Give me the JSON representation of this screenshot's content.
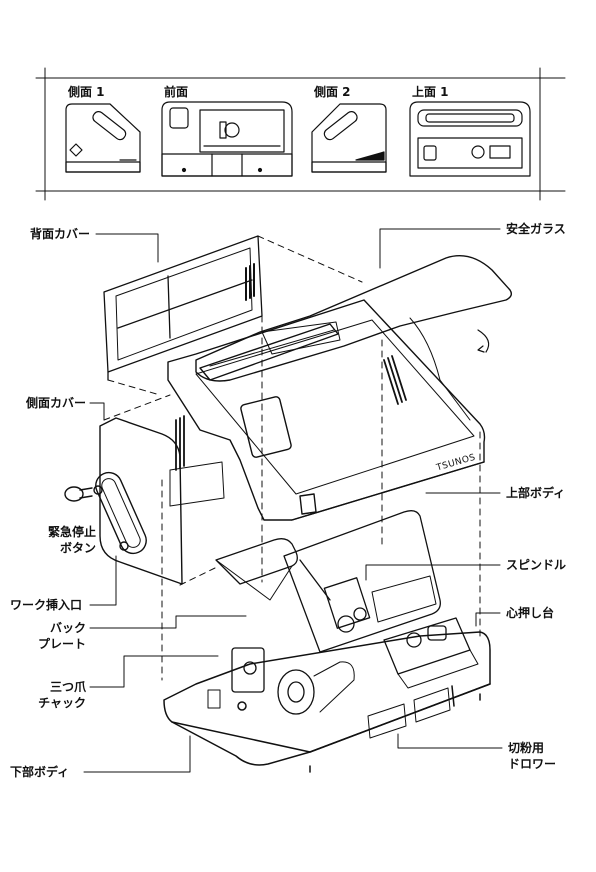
{
  "views": [
    {
      "label": "側面 1"
    },
    {
      "label": "前面"
    },
    {
      "label": "側面 2"
    },
    {
      "label": "上面 1"
    }
  ],
  "callouts": {
    "back_cover": "背面カバー",
    "safety_glass": "安全ガラス",
    "side_cover": "側面カバー",
    "emergency_stop": "緊急停止\nボタン",
    "upper_body": "上部ボディ",
    "spindle": "スピンドル",
    "work_slot": "ワーク挿入口",
    "back_plate": "バック\nプレート",
    "tailstock": "心押し台",
    "chuck": "三つ爪\nチャック",
    "lower_body": "下部ボディ",
    "chip_drawer": "切粉用\nドロワー"
  },
  "brand_mark": "TSUNOS"
}
